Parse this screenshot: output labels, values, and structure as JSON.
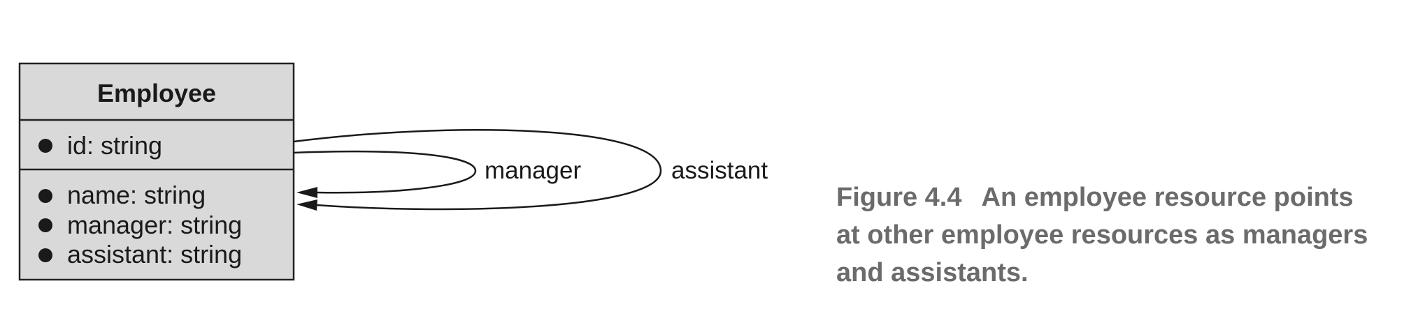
{
  "class_box": {
    "title": "Employee",
    "id_field": "id: string",
    "fields": [
      "name: string",
      "manager: string",
      "assistant: string"
    ]
  },
  "relationships": [
    {
      "label": "manager"
    },
    {
      "label": "assistant"
    }
  ],
  "caption": {
    "label": "Figure 4.4",
    "text": "An employee resource points at other employee resources as managers and assistants."
  },
  "colors": {
    "box_fill": "#d9d9d9",
    "stroke": "#222222",
    "caption_text": "#6b6b6b"
  }
}
